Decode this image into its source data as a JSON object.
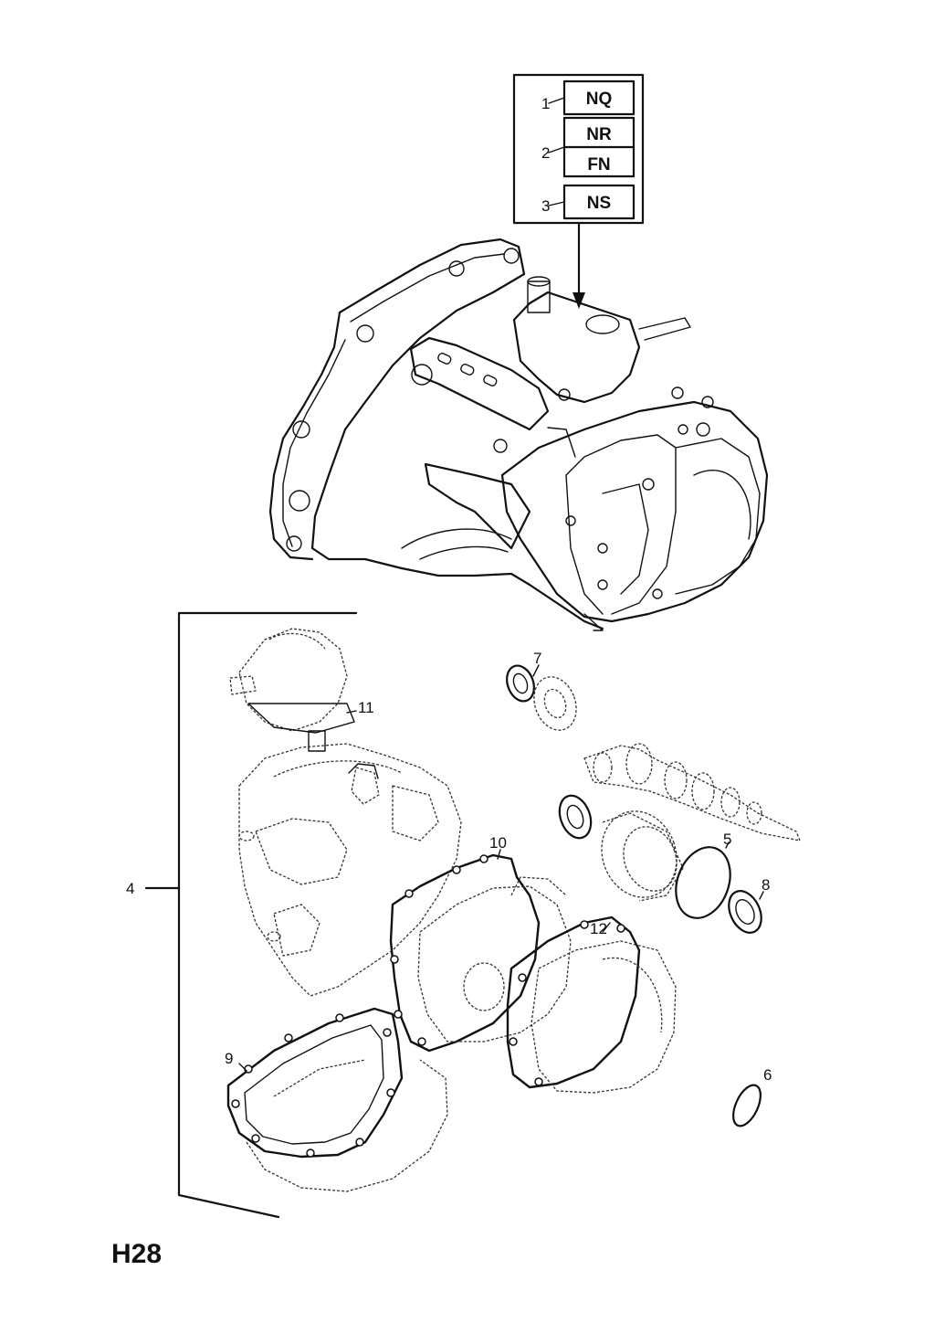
{
  "page_code": "H28",
  "variant_box": {
    "rows": [
      {
        "ref": "1",
        "codes": [
          "NQ"
        ]
      },
      {
        "ref": "2",
        "codes": [
          "NR",
          "FN"
        ]
      },
      {
        "ref": "3",
        "codes": [
          "NS"
        ]
      }
    ]
  },
  "callouts": {
    "c4": "4",
    "c5": "5",
    "c6": "6",
    "c7": "7",
    "c8": "8",
    "c9": "9",
    "c10": "10",
    "c11": "11",
    "c12": "12"
  }
}
